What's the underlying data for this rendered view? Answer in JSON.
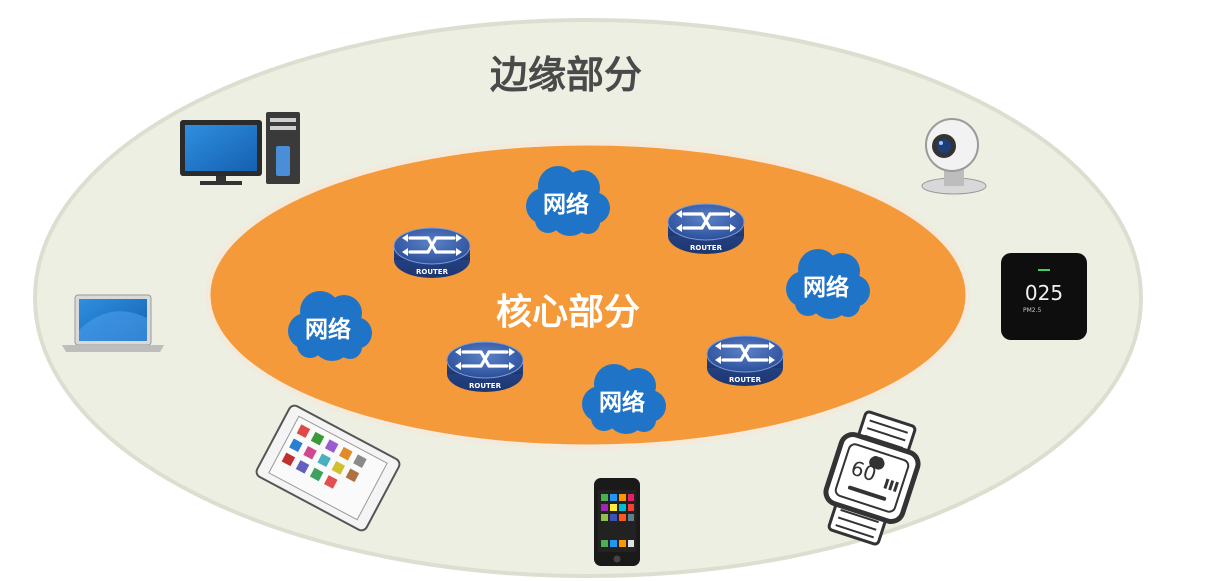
{
  "edge_title": "边缘部分",
  "core_title": "核心部分",
  "cloud_label": "网络",
  "router_label": "ROUTER",
  "sensor": {
    "value": "025",
    "sublabel": "PM2.5"
  },
  "watch": {
    "value": "60"
  },
  "colors": {
    "edge_fill": "#ecefe2",
    "edge_border": "#d9dccb",
    "core_fill": "#f59a3a",
    "core_border": "#f2e7d8",
    "cloud_fill": "#1f74c8",
    "router_fill": "#3a60ad"
  }
}
